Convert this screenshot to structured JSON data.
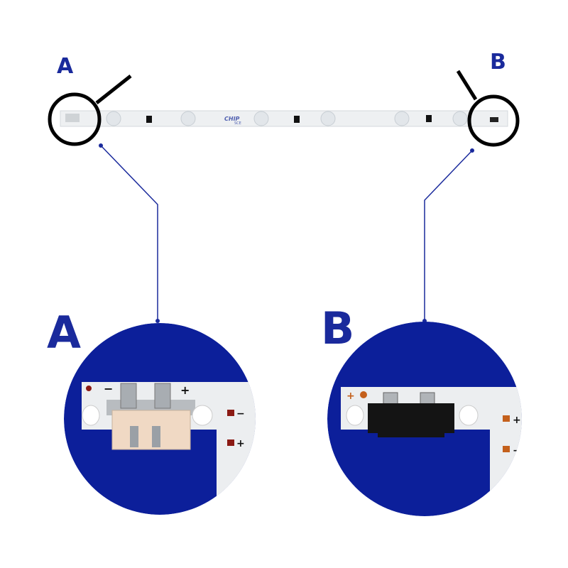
{
  "labels": {
    "top_a": "A",
    "top_b": "B",
    "big_a": "A",
    "big_b": "B"
  },
  "strip": {
    "logo_main": "CHIP",
    "logo_sub": "SCE"
  },
  "detail_a": {
    "top_minus": "−",
    "top_plus": "+",
    "side_minus": "−",
    "side_plus": "+"
  },
  "detail_b": {
    "top_plus": "+",
    "side_plus": "+",
    "side_minus": "−"
  },
  "colors": {
    "accent": "#1a2a9c",
    "circle_fill": "#0c1f9a",
    "board": "#eceef0",
    "pad": "#8b1a14"
  }
}
